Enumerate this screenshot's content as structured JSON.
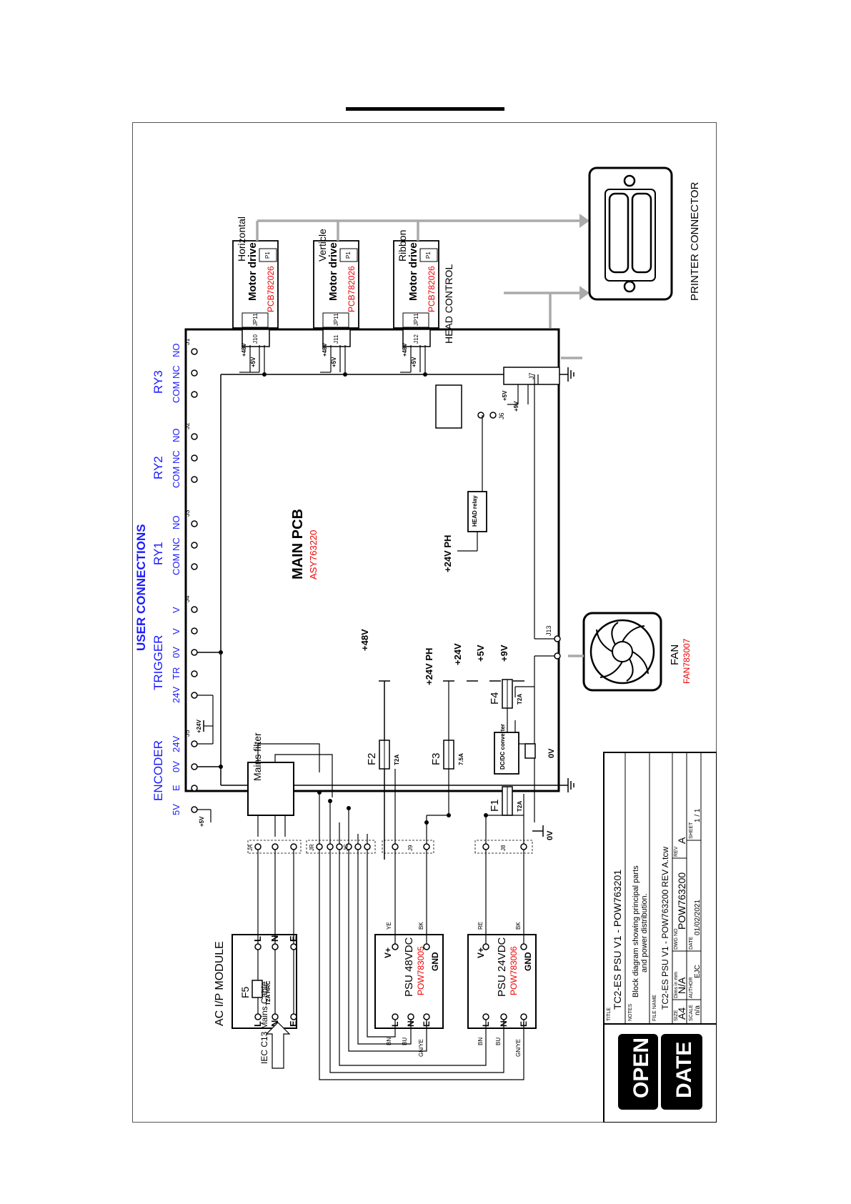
{
  "user_connections": {
    "title": "USER CONNECTIONS",
    "groups": [
      "RY3",
      "RY2",
      "RY1",
      "TRIGGER",
      "ENCODER"
    ],
    "terminal_labels": {
      "J1": [
        "NO",
        "NC",
        "COM"
      ],
      "J2": [
        "NO",
        "NC",
        "COM"
      ],
      "J3": [
        "NO",
        "NC",
        "COM"
      ],
      "J4": [
        "V",
        "V",
        "0V",
        "TR",
        "24V"
      ],
      "J5": [
        "24V",
        "0V",
        "E",
        "5V"
      ]
    },
    "connectors": [
      "J1",
      "J2",
      "J3",
      "J4",
      "J5"
    ]
  },
  "main_pcb": {
    "title": "MAIN PCB",
    "part": "ASY763220",
    "rails": [
      "+48V",
      "+24V PH",
      "+24V",
      "+5V",
      "+9V"
    ],
    "fuses": [
      {
        "name": "F2",
        "rating": "T2A"
      },
      {
        "name": "F3",
        "rating": "7.5A"
      },
      {
        "name": "F4",
        "rating": "T2A"
      },
      {
        "name": "F1",
        "rating": "T2A"
      }
    ],
    "dcdc": "DC/DC converter",
    "zero_v": "0V",
    "head_relay": "HEAD relay",
    "head_supply": "+24V PH",
    "mains_filter": "Mains filter",
    "connectors": [
      "JA",
      "JR",
      "JC",
      "J9",
      "J8",
      "J6",
      "J7",
      "J13",
      "J10",
      "J11",
      "J12"
    ],
    "small_labels": [
      "+48V",
      "+5V",
      "+24V",
      "+9V",
      "0V"
    ]
  },
  "motor_drives": [
    {
      "title": "Horizontal",
      "name": "Motor drive",
      "part": "PCB782026",
      "plug": "P1",
      "jp": "JP11",
      "j": "J10"
    },
    {
      "title": "Verticle",
      "name": "Motor drive",
      "part": "PCB782026",
      "plug": "P1",
      "jp": "JP11",
      "j": "J11"
    },
    {
      "title": "Ribbon",
      "name": "Motor drive",
      "part": "PCB782026",
      "plug": "P1",
      "jp": "JP11",
      "j": "J12"
    }
  ],
  "head_control": "HEAD CONTROL",
  "printer_connector": "PRINTER CONNECTOR",
  "fan": {
    "title": "FAN",
    "part": "FAN783007"
  },
  "ac_module": {
    "title": "AC I/P MODULE",
    "fuse": "F5",
    "fuse_rating": "T2A HRC",
    "pins": [
      "L",
      "N",
      "E"
    ],
    "cable": "IEC C13 Mains Cable"
  },
  "psu_48": {
    "name": "PSU 48VDC",
    "part": "POW783005",
    "out_pos": "V+",
    "out_gnd": "GND",
    "in_pins": [
      "L",
      "N",
      "E"
    ],
    "wire_out": [
      "YE",
      "BK"
    ],
    "wire_in": [
      "BN",
      "BU",
      "GN/YE"
    ]
  },
  "psu_24": {
    "name": "PSU 24VDC",
    "part": "POW783006",
    "out_pos": "V+",
    "out_gnd": "GND",
    "in_pins": [
      "L",
      "N",
      "E"
    ],
    "wire_out": [
      "RE",
      "BK"
    ],
    "wire_in": [
      "BN",
      "BU",
      "GN/YE"
    ]
  },
  "title_block": {
    "title_label": "TITLE",
    "title": "TC2-ES PSU V1 - POW763201",
    "notes_label": "NOTES",
    "notes": [
      "Block diagram showing principal parts",
      "and power distribution."
    ],
    "file_label": "FILE NAME",
    "file": "TC2-ES PSU V1 - POW763200 REV A.tcw",
    "size_label": "SIZE",
    "size": "A4",
    "dims_label": "Dims in mm",
    "dims": "N/A",
    "dwg_label": "DWG NO",
    "dwg": "POW763200",
    "rev_label": "REV",
    "rev": "A",
    "scale_label": "SCALE",
    "scale": "n/a",
    "author_label": "AUTHOR",
    "author": "EJC",
    "date_label": "DATE",
    "date": "01/02/2021",
    "sheet_label": "SHEET",
    "sheet": "1 / 1",
    "logo_top": "OPEN",
    "logo_bottom": "DATE"
  },
  "colors": {
    "accent_blue": "#1a1aff",
    "part_red": "#e00000",
    "wire_gray": "#aaaaaa"
  }
}
